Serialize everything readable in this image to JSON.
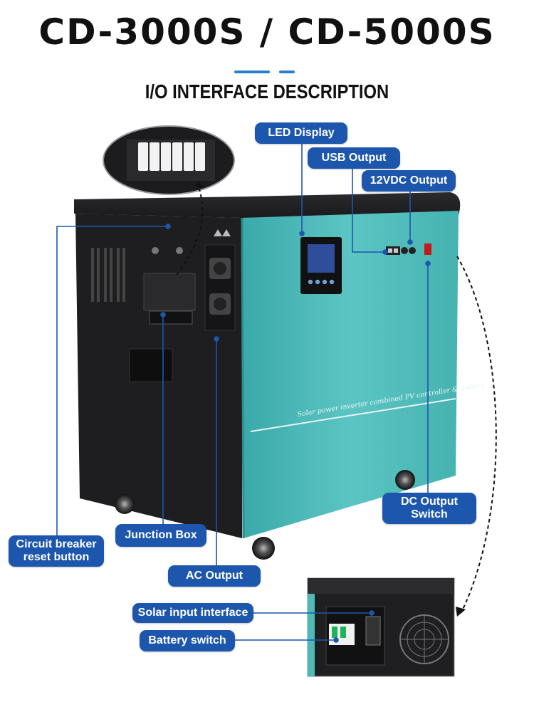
{
  "title": "CD-3000S / CD-5000S",
  "subtitle": "I/O INTERFACE DESCRIPTION",
  "accent_color": "#1d57ad",
  "product": {
    "side_text": "Solar power inverter combined PV controller & battery"
  },
  "labels": {
    "led_display": "LED Display",
    "usb_output": "USB Output",
    "dc12v_output": "12VDC Output",
    "dc_output_switch_line1": "DC Output",
    "dc_output_switch_line2": "Switch",
    "circuit_breaker_line1": "Circuit breaker",
    "circuit_breaker_line2": "reset button",
    "junction_box": "Junction Box",
    "ac_output": "AC Output",
    "solar_input": "Solar input interface",
    "battery_switch": "Battery switch"
  }
}
